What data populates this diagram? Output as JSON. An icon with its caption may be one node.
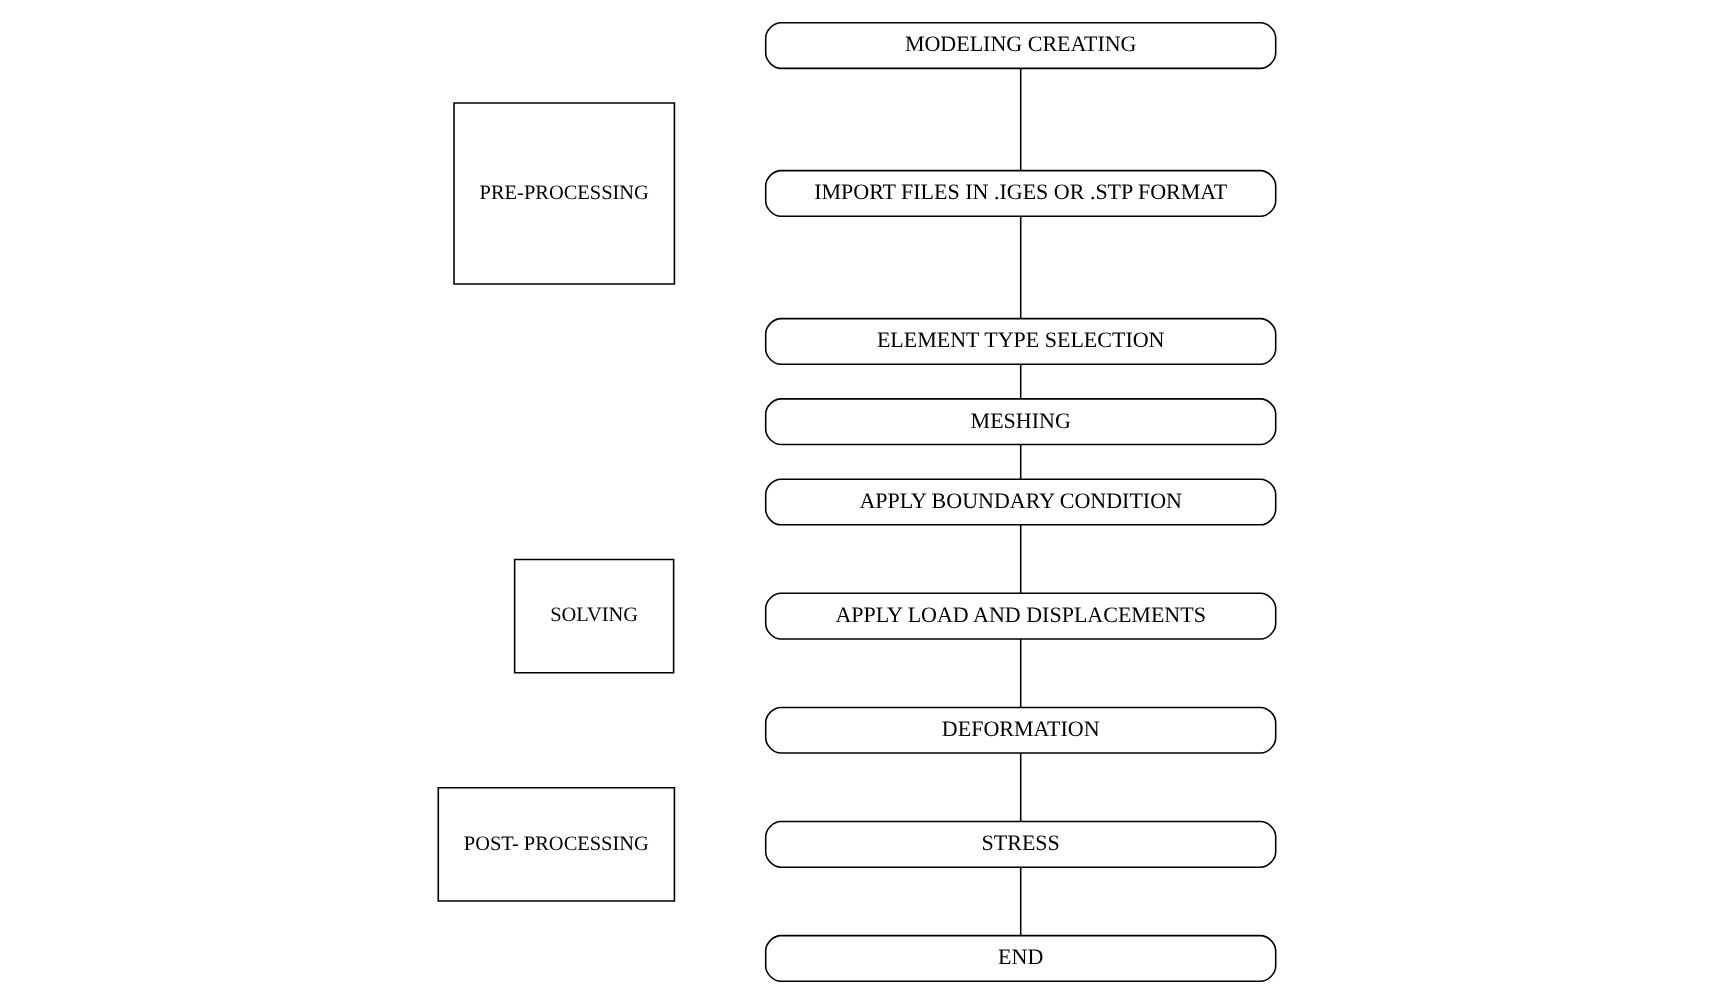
{
  "diagram": {
    "nodes": [
      {
        "text": [
          "PRE-PROCESSING"
        ]
      },
      {
        "text": [
          "SOLVING"
        ]
      },
      {
        "text": [
          "POST- PROCESSING"
        ]
      },
      {
        "text": [
          "MODELING CREATING"
        ]
      },
      {
        "text": [
          "IMPORT FILES IN .IGES OR .STP FORMAT"
        ]
      },
      {
        "text": [
          "ELEMENT TYPE SELECTION"
        ]
      },
      {
        "text": [
          "MESHING"
        ]
      },
      {
        "text": [
          "APPLY BOUNDARY CONDITION"
        ]
      },
      {
        "text": [
          "APPLY LOAD AND DISPLACEMENTS"
        ]
      },
      {
        "text": [
          "DEFORMATION"
        ]
      },
      {
        "text": [
          "STRESS"
        ]
      },
      {
        "text": [
          "END"
        ]
      }
    ],
    "edges": [
      {
        "from": 3,
        "to": 4,
        "arrow": "none"
      },
      {
        "from": 4,
        "to": 5,
        "arrow": "none"
      },
      {
        "from": 5,
        "to": 6,
        "arrow": "none"
      },
      {
        "from": 6,
        "to": 7,
        "arrow": "none"
      },
      {
        "from": 7,
        "to": 8,
        "arrow": "none"
      },
      {
        "from": 8,
        "to": 9,
        "arrow": "none"
      },
      {
        "from": 9,
        "to": 10,
        "arrow": "none"
      },
      {
        "from": 10,
        "to": 11,
        "arrow": "none"
      }
    ]
  }
}
